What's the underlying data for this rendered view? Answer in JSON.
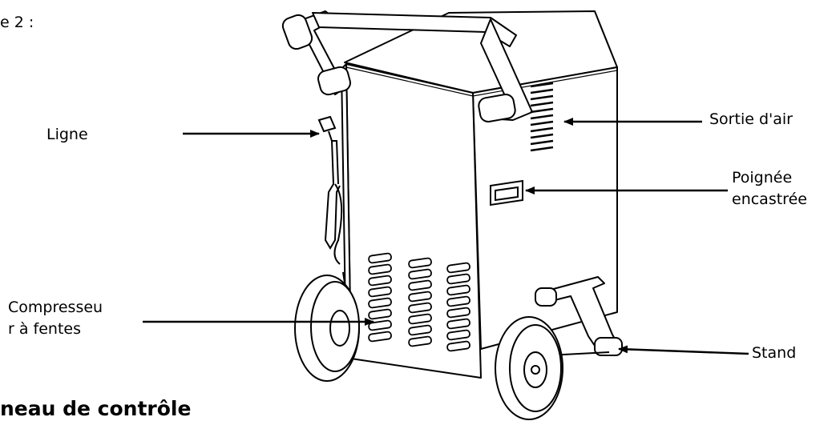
{
  "figure_caption": "e 2 :",
  "labels": {
    "cord": "Ligne",
    "air_outlet": "Sortie d'air",
    "handle_line1": "Poignée",
    "handle_line2": "encastrée",
    "compressor_line1": "Compresseu",
    "compressor_line2": "r à fentes",
    "stand": "Stand"
  },
  "section_heading": "neau de contrôle"
}
